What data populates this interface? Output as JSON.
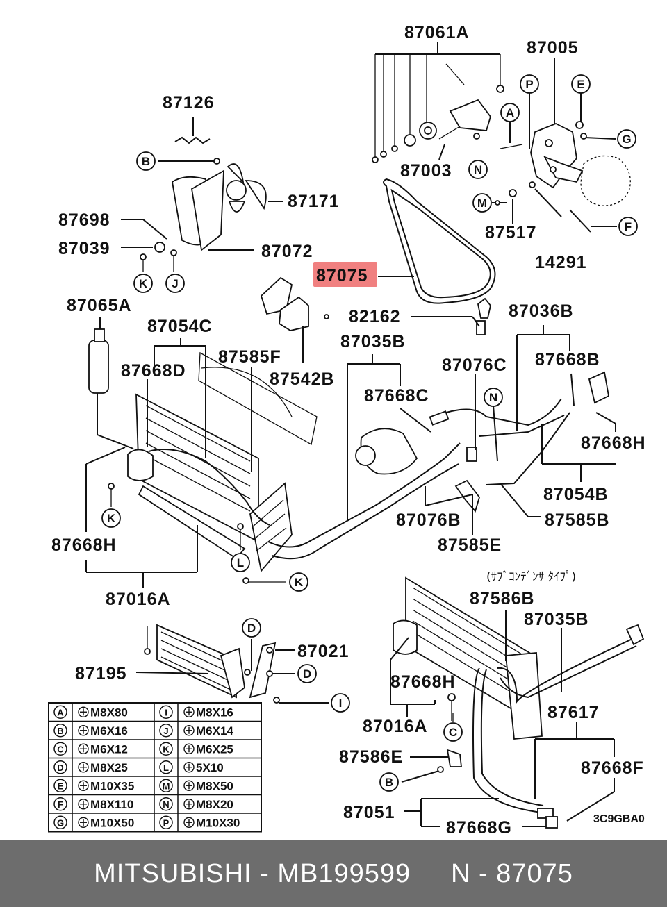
{
  "diagram": {
    "labels": {
      "p87061A": "87061A",
      "p87005": "87005",
      "p87126": "87126",
      "p87003": "87003",
      "p87171": "87171",
      "p87698": "87698",
      "p87517": "87517",
      "p87039": "87039",
      "p87072": "87072",
      "p14291": "14291",
      "p87075": "87075",
      "p87065A": "87065A",
      "p82162": "82162",
      "p87036B": "87036B",
      "p87054C": "87054C",
      "p87035B_top": "87035B",
      "p87668D": "87668D",
      "p87585F": "87585F",
      "p87076C": "87076C",
      "p87668B": "87668B",
      "p87542B": "87542B",
      "p87668C": "87668C",
      "p87668H_right": "87668H",
      "p87054B": "87054B",
      "p87076B": "87076B",
      "p87585B": "87585B",
      "p87668H_left": "87668H",
      "p87585E": "87585E",
      "p87016A_top": "87016A",
      "p87586B": "87586B",
      "p87035B_low": "87035B",
      "p87021": "87021",
      "p87195": "87195",
      "p87668H_low": "87668H",
      "p87617": "87617",
      "p87016A_low": "87016A",
      "p87586E": "87586E",
      "p87668F": "87668F",
      "p87051": "87051",
      "p87668G": "87668G"
    },
    "note_jp": "(ｻﾌﾞｺﾝﾃﾞﾝｻ ﾀｲﾌﾟ)",
    "drawing_code": "3C9GBA0",
    "callouts": {
      "A": "A",
      "B": "B",
      "C": "C",
      "D": "D",
      "E": "E",
      "F": "F",
      "G": "G",
      "I": "I",
      "J": "J",
      "K": "K",
      "L": "L",
      "M": "M",
      "N": "N",
      "P": "P"
    },
    "highlight_color": "#f08080",
    "bolt_table": [
      [
        "A",
        "M8X80",
        "I",
        "M8X16"
      ],
      [
        "B",
        "M6X16",
        "J",
        "M6X14"
      ],
      [
        "C",
        "M6X12",
        "K",
        "M6X25"
      ],
      [
        "D",
        "M8X25",
        "L",
        "5X10"
      ],
      [
        "E",
        "M10X35",
        "M",
        "M8X50"
      ],
      [
        "F",
        "M8X110",
        "N",
        "M8X20"
      ],
      [
        "G",
        "M10X50",
        "P",
        "M10X30"
      ]
    ]
  },
  "footer": {
    "text": "MITSUBISHI - MB199599     N - 87075"
  }
}
